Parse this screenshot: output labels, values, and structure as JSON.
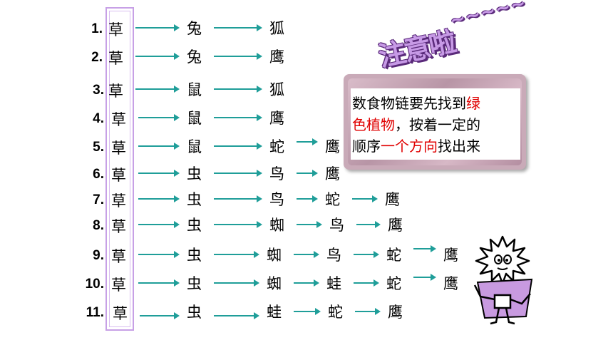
{
  "chains": [
    {
      "number": "1.",
      "organisms": [
        "草",
        "兔",
        "狐"
      ]
    },
    {
      "number": "2.",
      "organisms": [
        "草",
        "兔",
        "鹰"
      ]
    },
    {
      "number": "3.",
      "organisms": [
        "草",
        "鼠",
        "狐"
      ]
    },
    {
      "number": "4.",
      "organisms": [
        "草",
        "鼠",
        "鹰"
      ]
    },
    {
      "number": "5.",
      "organisms": [
        "草",
        "鼠",
        "蛇",
        "鹰"
      ]
    },
    {
      "number": "6.",
      "organisms": [
        "草",
        "虫",
        "鸟",
        "鹰"
      ]
    },
    {
      "number": "7.",
      "organisms": [
        "草",
        "虫",
        "鸟",
        "蛇",
        "鹰"
      ]
    },
    {
      "number": "8.",
      "organisms": [
        "草",
        "虫",
        "蜘",
        "鸟",
        "鹰"
      ]
    },
    {
      "number": "9.",
      "organisms": [
        "草",
        "虫",
        "蜘",
        "鸟",
        "蛇",
        "鹰"
      ]
    },
    {
      "number": "10.",
      "organisms": [
        "草",
        "虫",
        "蜘",
        "蛙",
        "蛇",
        "鹰"
      ]
    },
    {
      "number": "11.",
      "organisms": [
        "草",
        "虫",
        "蛙",
        "蛇",
        "鹰"
      ]
    }
  ],
  "headline": {
    "text": "注意啦",
    "tildes": "~~~~~"
  },
  "note": {
    "line1_a": "数食物链要先找到",
    "line1_b": "绿",
    "line2_a": "色植物",
    "line2_b": "，按着一定的",
    "line3_a": "顺序",
    "line3_b": "一个方向",
    "line3_c": "找出来"
  },
  "colors": {
    "arrow": "#1f9e99",
    "highlight_red": "#e00000",
    "headline_purple": "#c79ae6",
    "grass_column_border": "#c7a0e6"
  }
}
